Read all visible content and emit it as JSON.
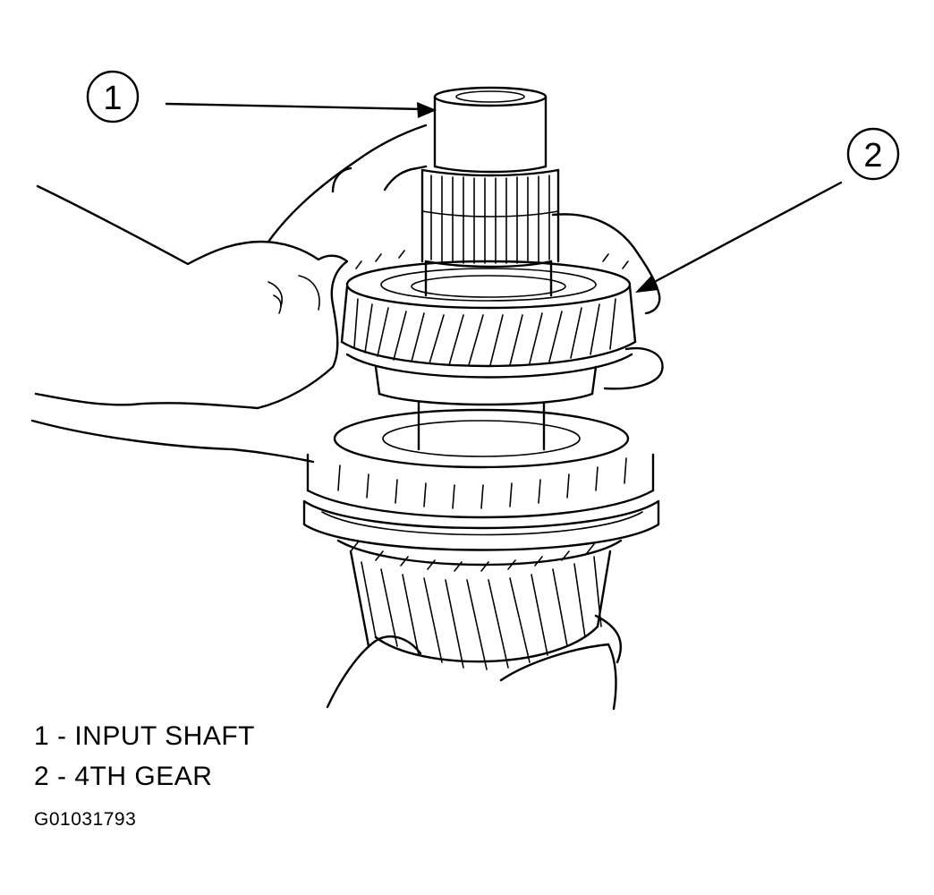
{
  "figure": {
    "callouts": [
      {
        "number": "1"
      },
      {
        "number": "2"
      }
    ],
    "legend": [
      {
        "text": "1 - INPUT SHAFT"
      },
      {
        "text": "2 - 4TH GEAR"
      }
    ],
    "figure_id": "G01031793"
  }
}
